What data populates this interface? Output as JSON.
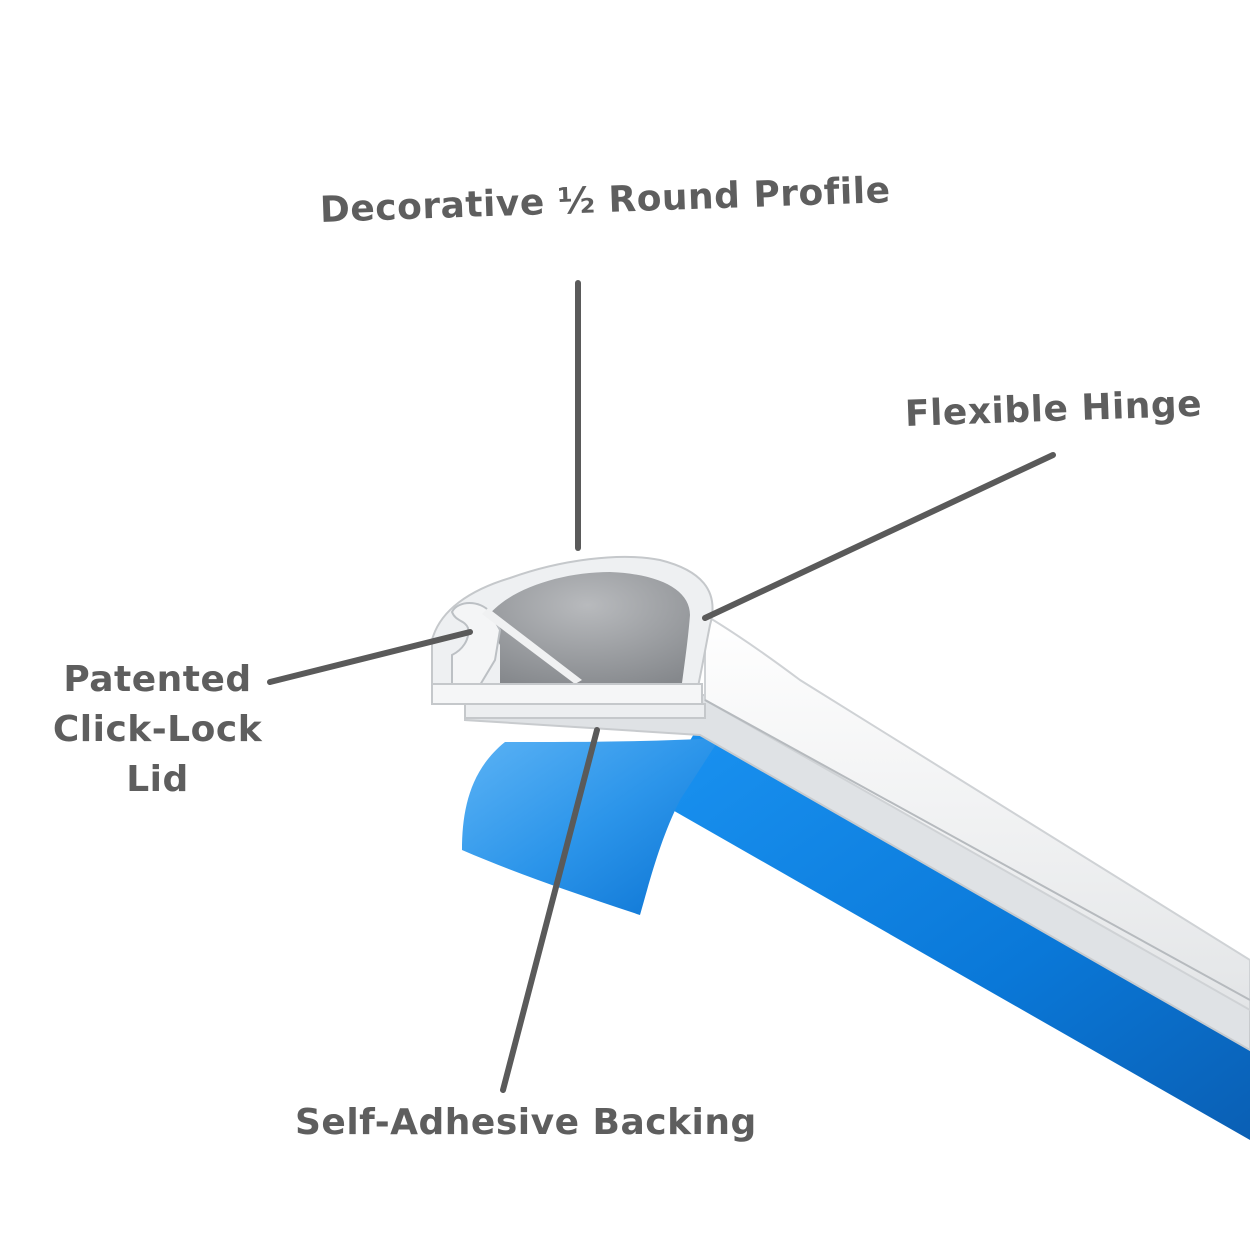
{
  "labels": {
    "profile": "Decorative ½ Round Profile",
    "hinge": "Flexible Hinge",
    "lid": [
      "Patented",
      "Click-Lock",
      "Lid"
    ],
    "backing": "Self-Adhesive Backing"
  },
  "colors": {
    "label_text": "#5e5e5e",
    "leader_line": "#5a5a5a",
    "tape_blue": "#0a7fe0",
    "tape_blue_dark": "#0a5fb4",
    "trunking_white": "#f2f3f4",
    "trunking_shadow": "#c9cccf",
    "interior_grey": "#9a9c9f"
  }
}
